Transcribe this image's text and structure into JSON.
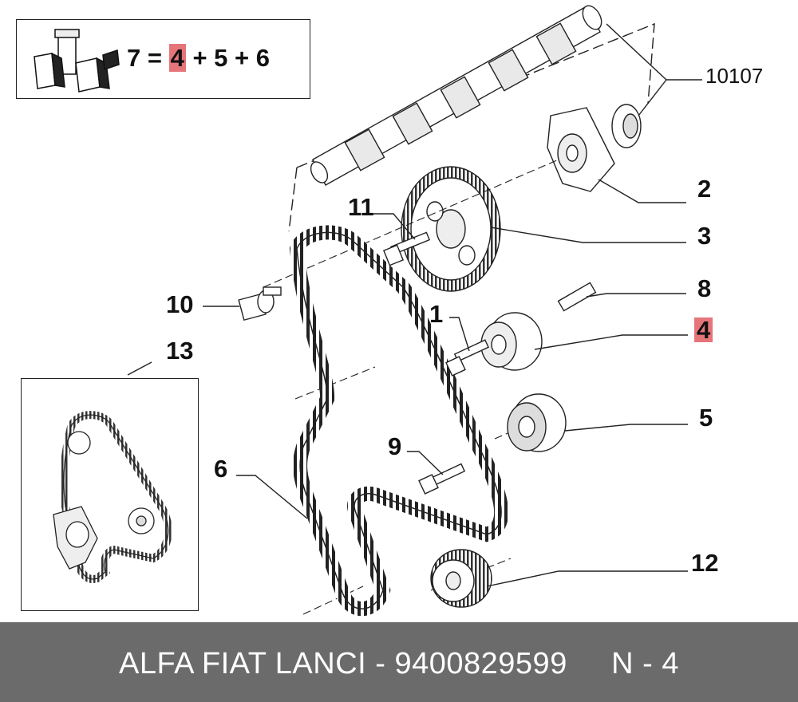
{
  "legend": {
    "formula_lhs": "7 =",
    "formula_highlight": "4",
    "formula_rhs": "+ 5 + 6"
  },
  "callouts": {
    "c10107": "10107",
    "c2": "2",
    "c3": "3",
    "c11": "11",
    "c8": "8",
    "c10": "10",
    "c1": "1",
    "c4": "4",
    "c13": "13",
    "c5": "5",
    "c9": "9",
    "c6": "6",
    "c12": "12"
  },
  "footer": {
    "text": "ALFA FIAT LANCI - 9400829599     N - 4"
  },
  "colors": {
    "highlight": "#e6757a",
    "footer_bg": "#6b6b6b",
    "footer_text": "#ffffff",
    "line": "#222222"
  }
}
